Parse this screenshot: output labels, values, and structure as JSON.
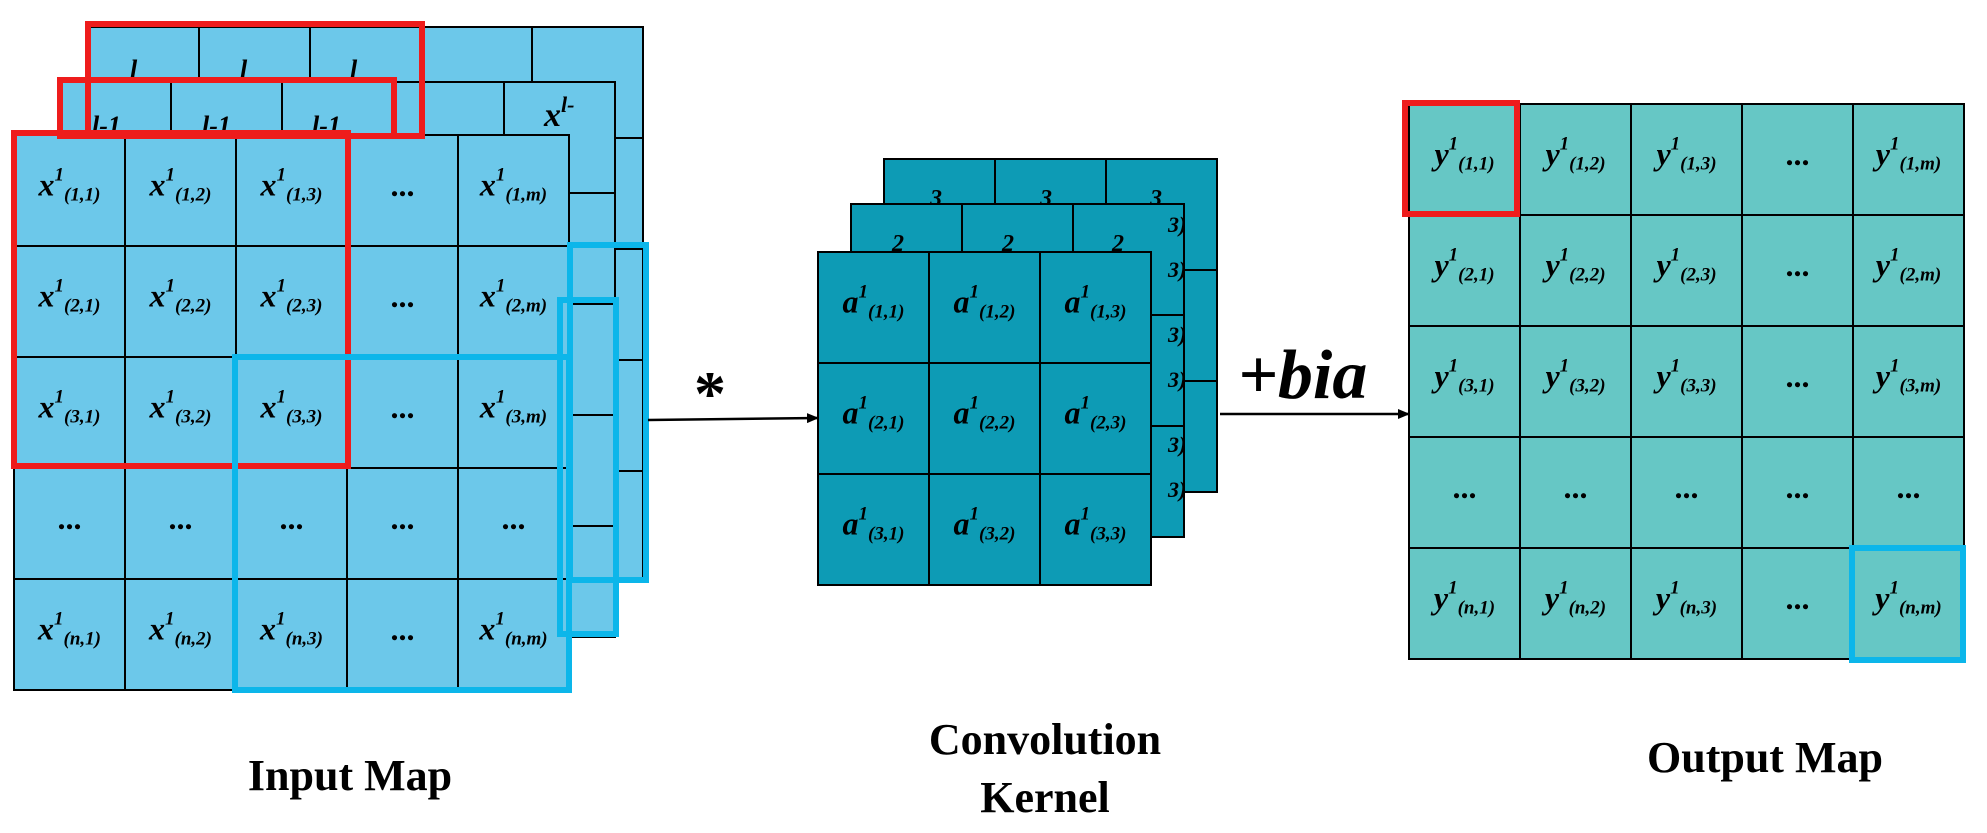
{
  "colors": {
    "input_cell": "#6cc8ea",
    "kernel_cell": "#0d9bb5",
    "output_cell": "#66c7c5",
    "red_highlight": "#ee1c1c",
    "blue_highlight": "#0cb6ea",
    "line": "#000000"
  },
  "input_map": {
    "caption": "Input Map",
    "back_layer_labels": {
      "layer3_top": "l",
      "layer2_top": "l-1",
      "layer2_corner": "x",
      "layer2_corner_sup": "l-"
    },
    "grid": [
      [
        [
          "x",
          "1",
          "(1,1)"
        ],
        [
          "x",
          "1",
          "(1,2)"
        ],
        [
          "x",
          "1",
          "(1,3)"
        ],
        [
          "...",
          "",
          ""
        ],
        [
          "x",
          "1",
          "(1,m)"
        ]
      ],
      [
        [
          "x",
          "1",
          "(2,1)"
        ],
        [
          "x",
          "1",
          "(2,2)"
        ],
        [
          "x",
          "1",
          "(2,3)"
        ],
        [
          "...",
          "",
          ""
        ],
        [
          "x",
          "1",
          "(2,m)"
        ]
      ],
      [
        [
          "x",
          "1",
          "(3,1)"
        ],
        [
          "x",
          "1",
          "(3,2)"
        ],
        [
          "x",
          "1",
          "(3,3)"
        ],
        [
          "...",
          "",
          ""
        ],
        [
          "x",
          "1",
          "(3,m)"
        ]
      ],
      [
        [
          "...",
          "",
          ""
        ],
        [
          "...",
          "",
          ""
        ],
        [
          "...",
          "",
          ""
        ],
        [
          "...",
          "",
          ""
        ],
        [
          "...",
          "",
          ""
        ]
      ],
      [
        [
          "x",
          "1",
          "(n,1)"
        ],
        [
          "x",
          "1",
          "(n,2)"
        ],
        [
          "x",
          "1",
          "(n,3)"
        ],
        [
          "...",
          "",
          ""
        ],
        [
          "x",
          "1",
          "(n,m)"
        ]
      ]
    ]
  },
  "kernel": {
    "caption_line1": "Convolution",
    "caption_line2": "Kernel",
    "back_layer_labels": {
      "layer3_top": "3",
      "layer2_top": "2",
      "edge_fragment": "3)"
    },
    "grid": [
      [
        [
          "a",
          "1",
          "(1,1)"
        ],
        [
          "a",
          "1",
          "(1,2)"
        ],
        [
          "a",
          "1",
          "(1,3)"
        ]
      ],
      [
        [
          "a",
          "1",
          "(2,1)"
        ],
        [
          "a",
          "1",
          "(2,2)"
        ],
        [
          "a",
          "1",
          "(2,3)"
        ]
      ],
      [
        [
          "a",
          "1",
          "(3,1)"
        ],
        [
          "a",
          "1",
          "(3,2)"
        ],
        [
          "a",
          "1",
          "(3,3)"
        ]
      ]
    ]
  },
  "output_map": {
    "caption": "Output Map",
    "grid": [
      [
        [
          "y",
          "1",
          "(1,1)"
        ],
        [
          "y",
          "1",
          "(1,2)"
        ],
        [
          "y",
          "1",
          "(1,3)"
        ],
        [
          "...",
          "",
          ""
        ],
        [
          "y",
          "1",
          "(1,m)"
        ]
      ],
      [
        [
          "y",
          "1",
          "(2,1)"
        ],
        [
          "y",
          "1",
          "(2,2)"
        ],
        [
          "y",
          "1",
          "(2,3)"
        ],
        [
          "...",
          "",
          ""
        ],
        [
          "y",
          "1",
          "(2,m)"
        ]
      ],
      [
        [
          "y",
          "1",
          "(3,1)"
        ],
        [
          "y",
          "1",
          "(3,2)"
        ],
        [
          "y",
          "1",
          "(3,3)"
        ],
        [
          "...",
          "",
          ""
        ],
        [
          "y",
          "1",
          "(3,m)"
        ]
      ],
      [
        [
          "...",
          "",
          ""
        ],
        [
          "...",
          "",
          ""
        ],
        [
          "...",
          "",
          ""
        ],
        [
          "...",
          "",
          ""
        ],
        [
          "...",
          "",
          ""
        ]
      ],
      [
        [
          "y",
          "1",
          "(n,1)"
        ],
        [
          "y",
          "1",
          "(n,2)"
        ],
        [
          "y",
          "1",
          "(n,3)"
        ],
        [
          "...",
          "",
          ""
        ],
        [
          "y",
          "1",
          "(n,m)"
        ]
      ]
    ]
  },
  "operators": {
    "convolution": "*",
    "bias": "+bia"
  }
}
